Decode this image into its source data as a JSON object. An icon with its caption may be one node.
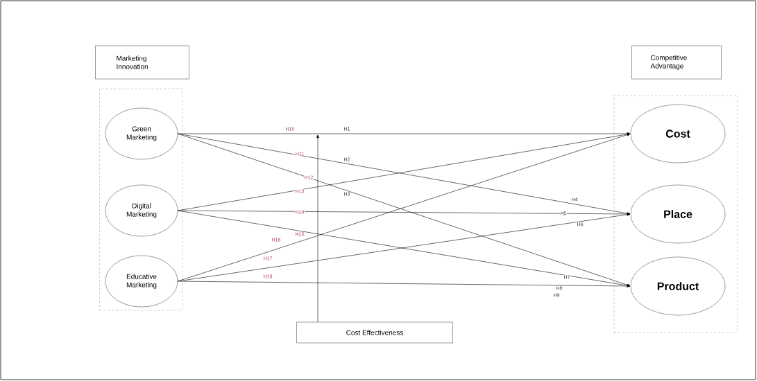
{
  "diagram": {
    "nodes": [
      {
        "text": [
          "Marketing Innovation"
        ]
      },
      {
        "text": [],
        "shape": "box"
      },
      {
        "text": [
          "Green Marketing"
        ],
        "in": 1
      },
      {
        "text": [
          "Digital Marketing"
        ],
        "in": 1
      },
      {
        "text": [
          "Educative Marketing"
        ],
        "in": 1
      },
      {
        "text": [
          "Competitive Advantage"
        ]
      },
      {
        "text": [],
        "shape": "box"
      },
      {
        "text": [
          "Cost"
        ],
        "in": 6
      },
      {
        "text": [
          "Place"
        ],
        "in": 6
      },
      {
        "text": [
          "Product"
        ],
        "in": 6
      },
      {
        "text": [
          "Cost Effectiveness"
        ]
      }
    ],
    "edges": [
      {
        "from": 2,
        "to": 7,
        "arrow": "to"
      },
      {
        "from": 2,
        "to": 8,
        "arrow": "to"
      },
      {
        "from": 2,
        "to": 9,
        "arrow": "to"
      },
      {
        "from": 3,
        "to": 7,
        "arrow": "to"
      },
      {
        "from": 3,
        "to": 8,
        "arrow": "to"
      },
      {
        "from": 3,
        "to": 9,
        "arrow": "to"
      },
      {
        "from": 4,
        "to": 7,
        "arrow": "to"
      },
      {
        "from": 4,
        "to": 8,
        "arrow": "to"
      },
      {
        "from": 4,
        "to": 9,
        "arrow": "to"
      },
      {
        "from": 10,
        "to": null,
        "arrow": "to"
      }
    ],
    "labels": [
      "H1",
      "H2",
      "H3",
      "H4",
      "H5",
      "H6",
      "H7",
      "H8",
      "H9",
      "H10",
      "H11",
      "H12",
      "H13",
      "H14",
      "H15",
      "H16",
      "H17",
      "H18"
    ]
  }
}
